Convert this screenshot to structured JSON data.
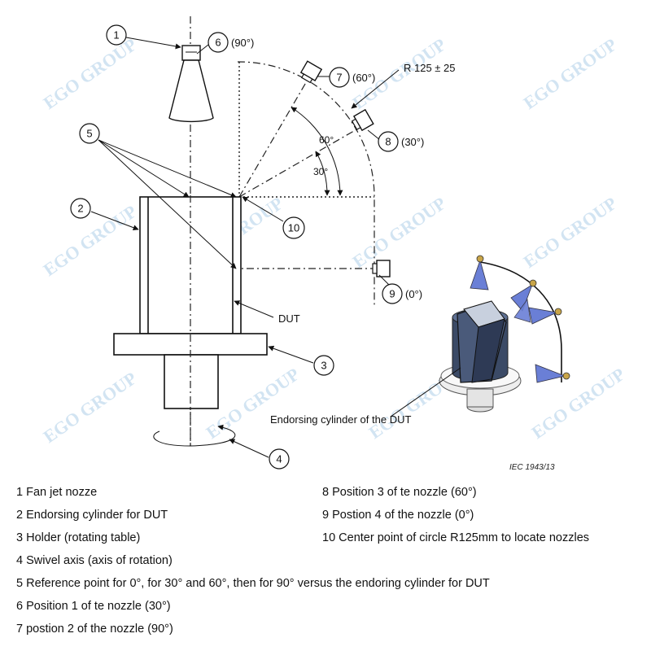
{
  "callouts": {
    "c1": "1",
    "c2": "2",
    "c3": "3",
    "c4": "4",
    "c5": "5",
    "c6": "6",
    "c7": "7",
    "c8": "8",
    "c9": "9",
    "c10": "10"
  },
  "labels": {
    "pos6": "(90°)",
    "pos7": "(60°)",
    "pos8": "(30°)",
    "pos9": "(0°)",
    "radius": "R 125 ± 25",
    "angle60": "60°",
    "angle30": "30°",
    "dut": "DUT",
    "endorsing_cylinder": "Endorsing cylinder of the DUT",
    "iec_ref": "IEC  1943/13"
  },
  "watermark": "EGO GROUP",
  "legend": {
    "left": [
      "1 Fan jet nozze",
      "2 Endorsing cylinder for DUT",
      "3 Holder (rotating table)",
      "4 Swivel axis (axis of rotation)",
      "5 Reference point for 0°, for 30° and 60°, then for 90° versus the endoring cylinder for DUT",
      "6 Position 1 of te nozzle (30°)",
      "7 postion 2 of the nozzle (90°)"
    ],
    "right": [
      "8 Position 3 of te nozzle (60°)",
      "9 Postion 4 of the nozzle (0°)",
      "10 Center point of circle R125mm to locate nozzles"
    ]
  },
  "colors": {
    "watermark": "#9cc4e4",
    "dut_body": "#3b4a66",
    "nozzle_spray": "#6a7fd6"
  }
}
